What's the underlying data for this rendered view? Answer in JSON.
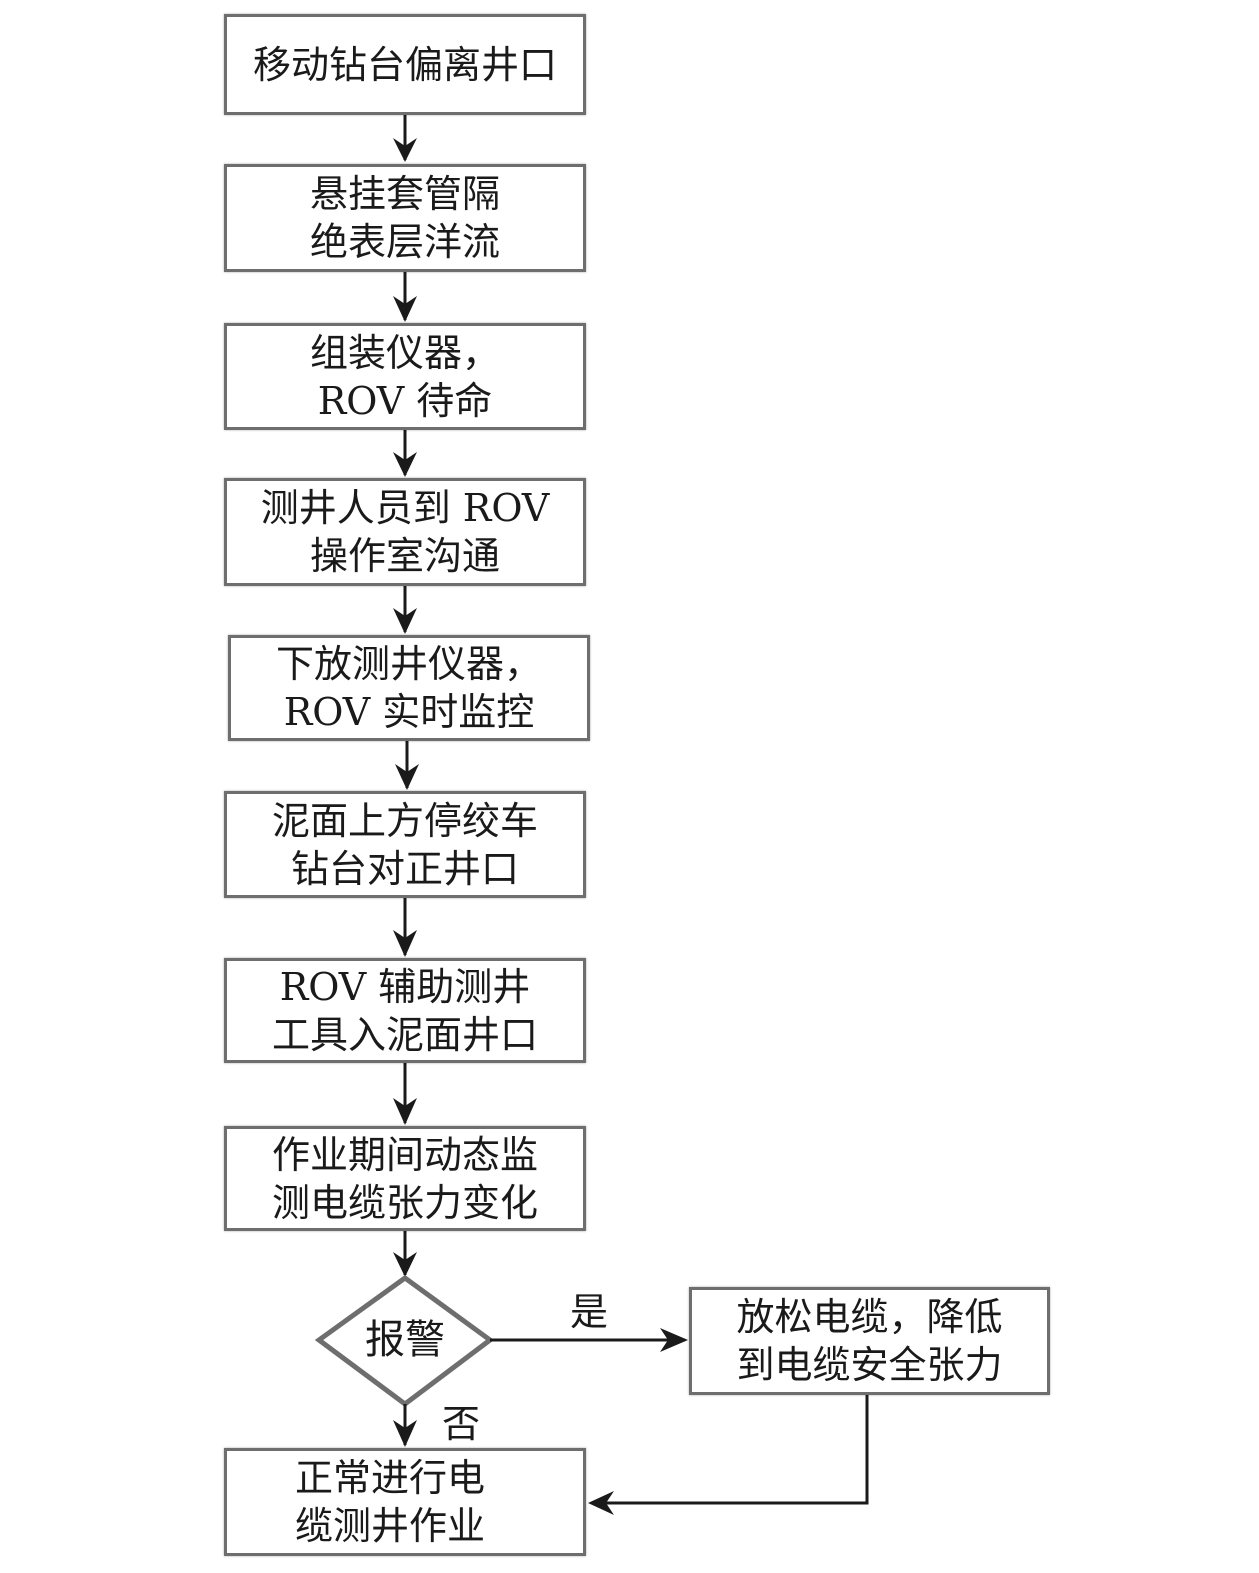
{
  "flowchart": {
    "steps": [
      {
        "lines": [
          "移动钻台偏离井口"
        ]
      },
      {
        "lines": [
          "悬挂套管隔",
          "绝表层洋流"
        ]
      },
      {
        "lines": [
          "组装仪器，",
          "ROV 待命"
        ]
      },
      {
        "lines": [
          "测井人员到 ROV",
          "操作室沟通"
        ]
      },
      {
        "lines": [
          "下放测井仪器，",
          "ROV 实时监控"
        ]
      },
      {
        "lines": [
          "泥面上方停绞车",
          "钻台对正井口"
        ]
      },
      {
        "lines": [
          "ROV 辅助测井",
          "工具入泥面井口"
        ]
      },
      {
        "lines": [
          "作业期间动态监",
          "测电缆张力变化"
        ]
      }
    ],
    "decision": {
      "label": "报警"
    },
    "yes_label": "是",
    "no_label": "否",
    "yes_action": {
      "lines": [
        "放松电缆，降低",
        "到电缆安全张力"
      ]
    },
    "final_step": {
      "lines": [
        "正常进行电",
        "缆测井作业"
      ]
    }
  }
}
